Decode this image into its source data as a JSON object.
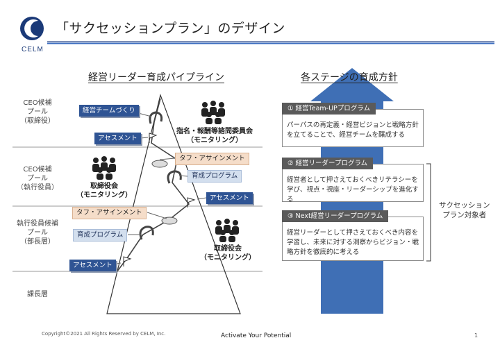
{
  "header": {
    "title": "「サクセッションプラン」のデザイン",
    "logo_text": "CELM"
  },
  "pipeline": {
    "heading": "経営リーダー育成パイプライン",
    "tiers": [
      {
        "line1": "CEO候補",
        "line2": "プール",
        "line3": "（取締役）"
      },
      {
        "line1": "CEO候補",
        "line2": "プール",
        "line3": "（執行役員）"
      },
      {
        "line1": "執行役員候補",
        "line2": "プール",
        "line3": "（部長層）"
      },
      {
        "line1": "課長層"
      }
    ],
    "labels": {
      "team_building": "経営チームづくり",
      "assessment": "アセスメント",
      "tough_assignment": "タフ・アサインメント",
      "training_program": "育成プログラム"
    },
    "committees": {
      "nomination": {
        "line1": "指名・報酬等諮問委員会",
        "line2": "（モニタリング）"
      },
      "board_mid": {
        "line1": "取締役会",
        "line2": "（モニタリング）"
      },
      "board_low": {
        "line1": "取締役会",
        "line2": "（モニタリング）"
      }
    }
  },
  "stages": {
    "heading": "各ステージの育成方針",
    "items": [
      {
        "head": "① 経営Team-UPプログラム",
        "body": "パーパスの再定義・経営ビジョンと戦略方針を立てることで、経営チームを醸成する"
      },
      {
        "head": "② 経営リーダープログラム",
        "body": "経営者として押さえておくべきリテラシーを学び、視点・視座・リーダーシップを進化する"
      },
      {
        "head": "③ Next経営リーダープログラム",
        "body": "経営リーダーとして押さえておくべき内容を学習し、未来に対する洞察からビジョン・戦略方針を徹底的に考える"
      }
    ],
    "bracket_label": {
      "line1": "サクセッション",
      "line2": "プラン対象者"
    }
  },
  "footer": {
    "copyright": "Copyright©2021 All Rights Reserved by CELM, Inc.",
    "tagline": "Activate Your Potential",
    "page": "1"
  },
  "colors": {
    "brand_navy": "#1b3a78",
    "label_blue": "#2f5494",
    "light_blue": "#d3dfee",
    "orange_tint": "#f5ddc9",
    "arrow_blue": "#3f6fb5",
    "stage_head": "#5a5a5a"
  },
  "icons": [
    "celm-logo-icon",
    "group-people-icon",
    "flag-icon",
    "path-loop-icon"
  ]
}
